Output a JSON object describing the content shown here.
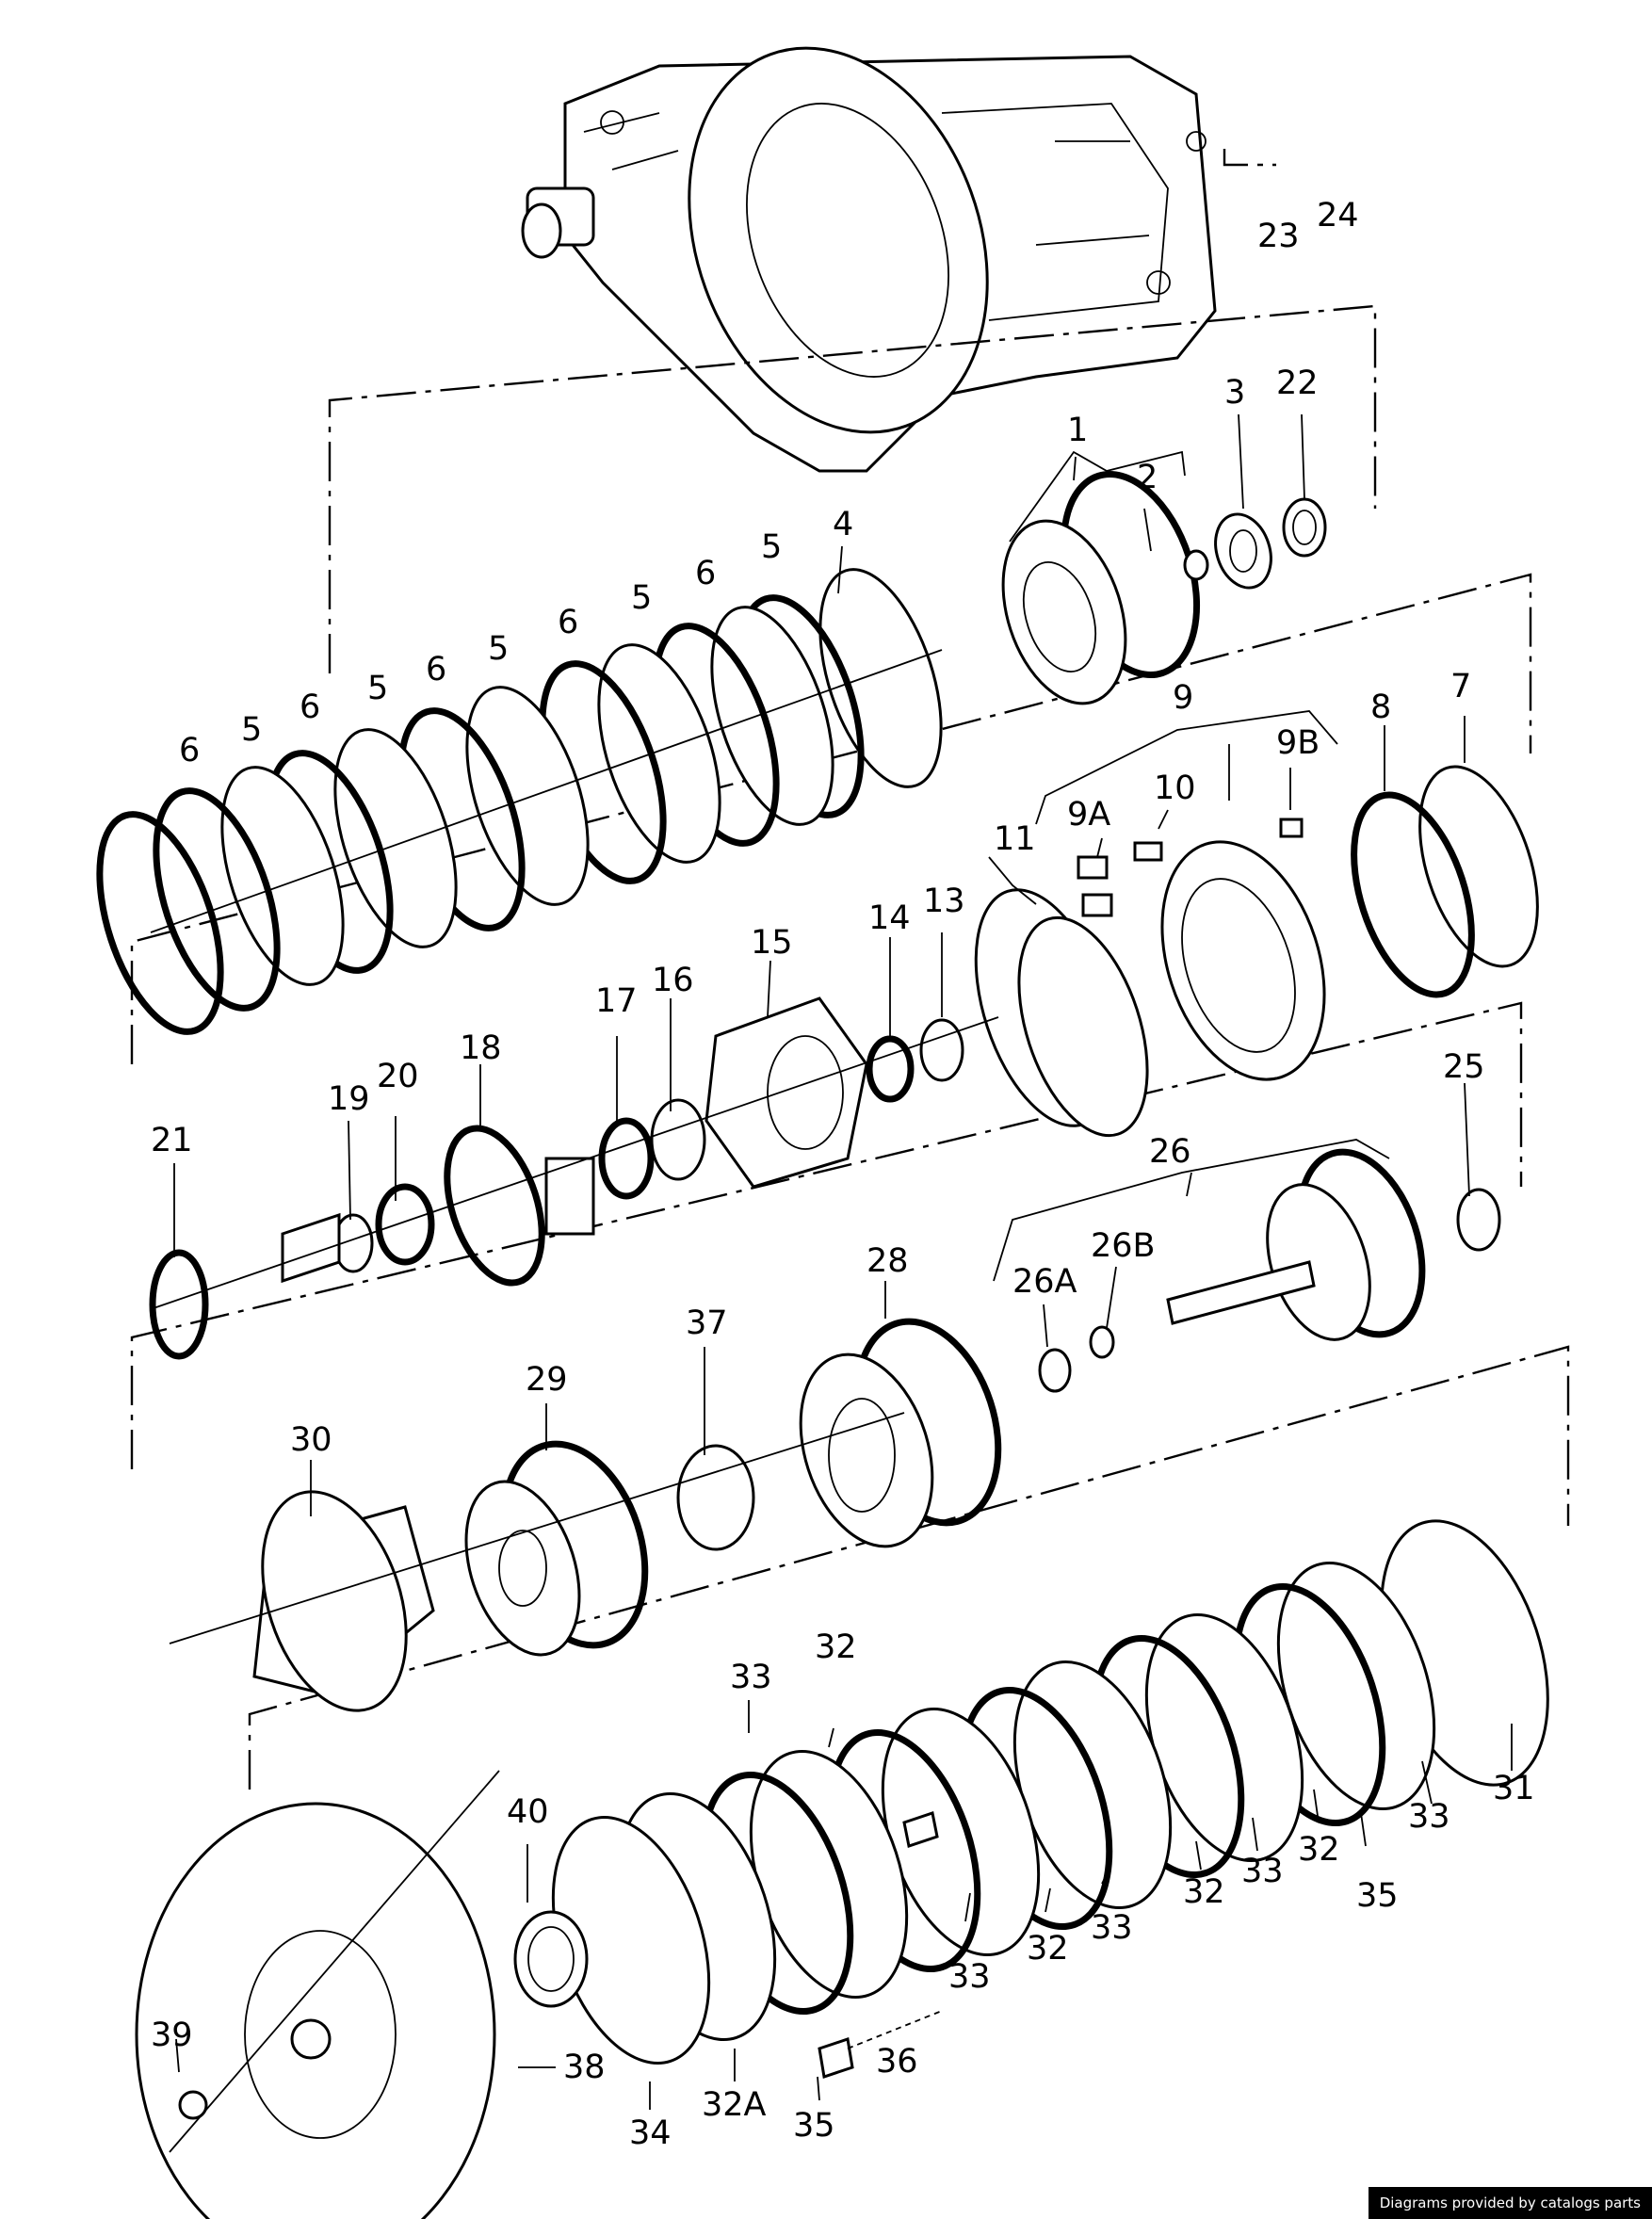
{
  "credit": "Diagrams provided by catalogs parts",
  "labels": {
    "l1": "1",
    "l2": "2",
    "l3": "3",
    "l4": "4",
    "l7": "7",
    "l8": "8",
    "l9": "9",
    "l9a": "9A",
    "l9b": "9B",
    "l10": "10",
    "l11": "11",
    "l13": "13",
    "l14": "14",
    "l15": "15",
    "l16": "16",
    "l17": "17",
    "l18": "18",
    "l19": "19",
    "l20": "20",
    "l21": "21",
    "l22": "22",
    "l23": "23",
    "l24": "24",
    "l25": "25",
    "l26": "26",
    "l26a": "26A",
    "l26b": "26B",
    "l28": "28",
    "l29": "29",
    "l30": "30",
    "l31": "31",
    "l32": "32",
    "l32a": "32A",
    "l33": "33",
    "l34": "34",
    "l35": "35",
    "l36": "36",
    "l37": "37",
    "l38": "38",
    "l39": "39",
    "l40": "40",
    "l5": "5",
    "l6": "6"
  }
}
